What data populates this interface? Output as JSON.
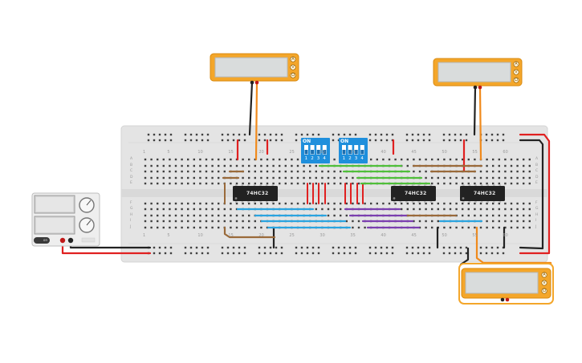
{
  "chips": [
    {
      "label": "74HC32"
    },
    {
      "label": "74HC32"
    },
    {
      "label": "74HC32"
    }
  ],
  "dip_switches": [
    {
      "on_label": "ON",
      "numbers": [
        "1",
        "2",
        "3",
        "4"
      ]
    },
    {
      "on_label": "ON",
      "numbers": [
        "1",
        "2",
        "3",
        "4"
      ]
    }
  ],
  "breadboard": {
    "column_numbers_top": [
      "1",
      "5",
      "10",
      "15",
      "20",
      "25",
      "30",
      "35",
      "40",
      "45",
      "50",
      "55",
      "60"
    ],
    "column_numbers_bottom": [
      "1",
      "5",
      "10",
      "15",
      "20",
      "25",
      "30",
      "35",
      "40",
      "45",
      "50",
      "55",
      "60"
    ],
    "row_letters_top": [
      "A",
      "B",
      "C",
      "D",
      "E"
    ],
    "row_letters_bottom": [
      "F",
      "G",
      "H",
      "I",
      "J"
    ]
  },
  "multimeter_buttons": [
    "A",
    "V",
    "Ω"
  ],
  "power_supply": {
    "button_label": "on"
  },
  "colors": {
    "wire_red": "#e02020",
    "wire_black": "#222222",
    "wire_orange": "#f08a1c",
    "wire_green": "#4fbf3a",
    "wire_blue": "#2aa4e0",
    "wire_purple": "#7b3fb0",
    "wire_brown": "#9a6a3a",
    "multimeter_body": "#f4a62a",
    "dip_switch": "#1f8fdc",
    "chip": "#222222"
  }
}
